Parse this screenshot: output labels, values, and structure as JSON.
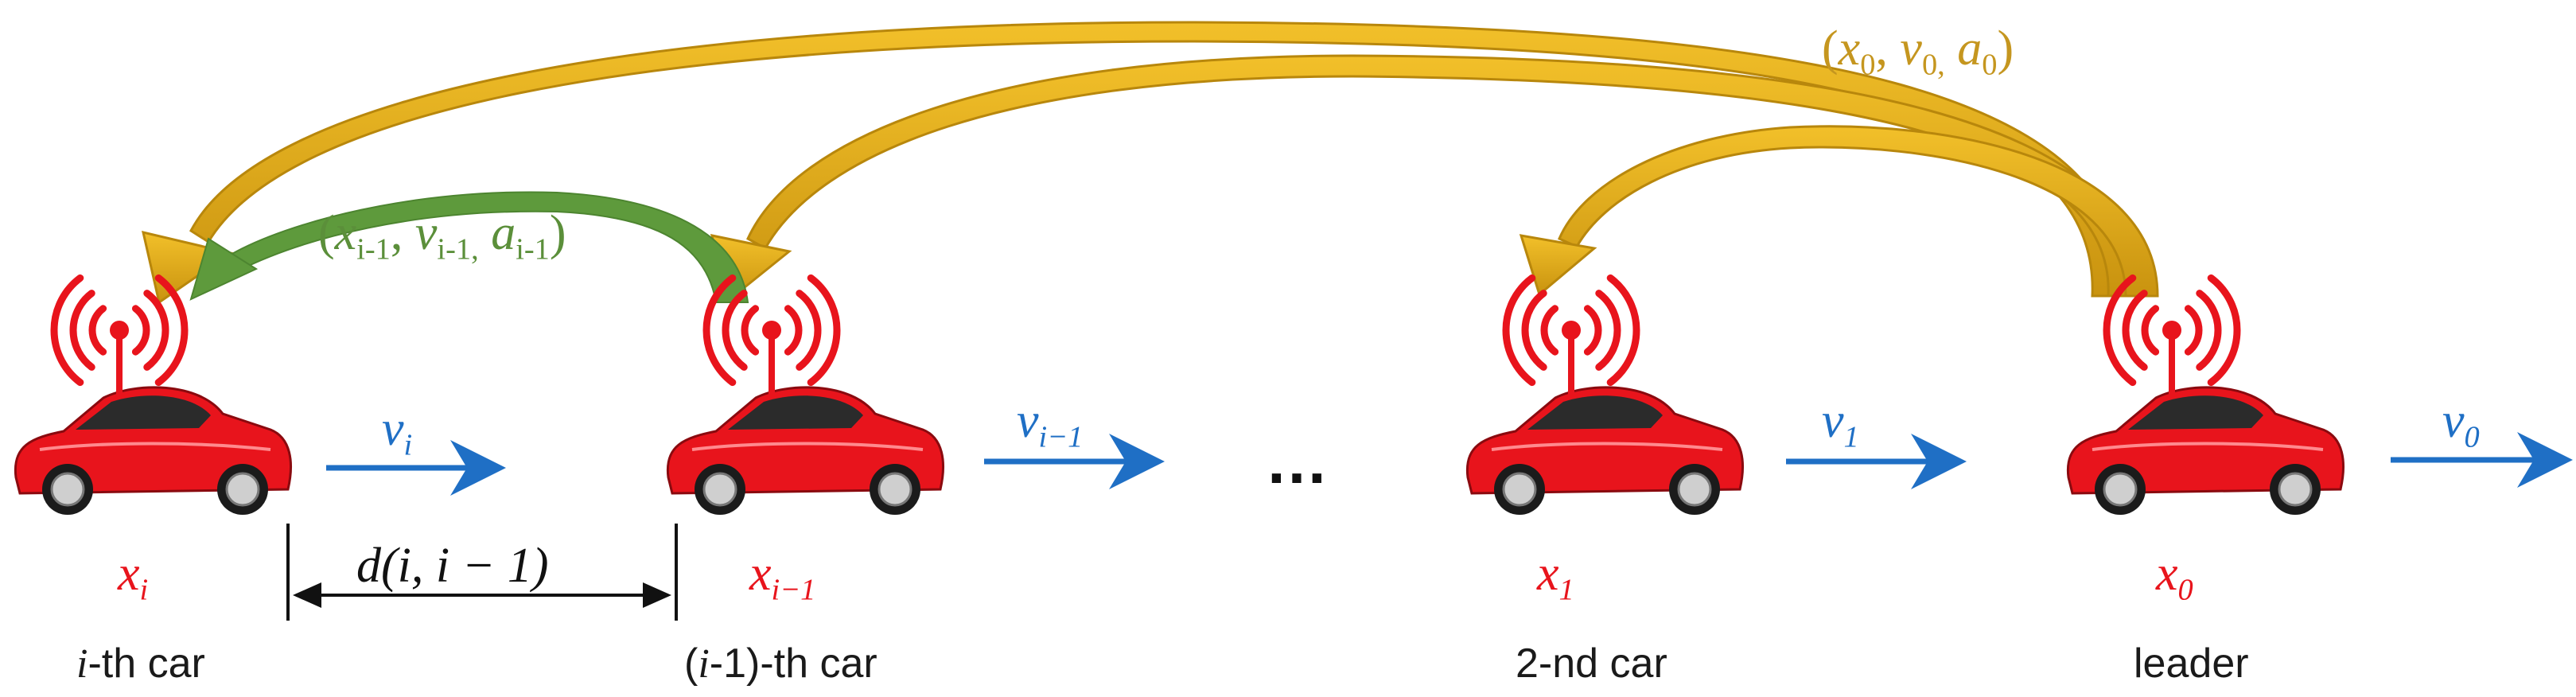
{
  "broadcast_leader": {
    "x": "x",
    "x_sub": "0",
    "v": "v",
    "v_sub": "0,",
    "a": "a",
    "a_sub": "0",
    "open": "(",
    "close": ")",
    "sep": ","
  },
  "broadcast_pred": {
    "x": "x",
    "x_sub": "i-1",
    "v": "v",
    "v_sub": "i-1,",
    "a": "a",
    "a_sub": "i-1",
    "open": "(",
    "close": ")",
    "sep": ","
  },
  "spacing": {
    "text": "d(i, i − 1)"
  },
  "ellipsis": "…",
  "cars": [
    {
      "pos": "x",
      "pos_sub": "i",
      "vel": "v",
      "vel_sub": "i",
      "caption_italic": "i",
      "caption": "-th car"
    },
    {
      "pos": "x",
      "pos_sub": "i−1",
      "vel": "v",
      "vel_sub": "i−1",
      "caption_open": "(",
      "caption_italic": "i",
      "caption": "-1)-th car"
    },
    {
      "pos": "x",
      "pos_sub": "1",
      "vel": "v",
      "vel_sub": "1",
      "caption": "2-nd car"
    },
    {
      "pos": "x",
      "pos_sub": "0",
      "vel": "v",
      "vel_sub": "0",
      "caption": "leader"
    }
  ],
  "colors": {
    "car": "#e8141c",
    "velocity": "#1f6fc5",
    "leader_broadcast": "#d4a21a",
    "predecessor_broadcast": "#5b8f3a"
  }
}
